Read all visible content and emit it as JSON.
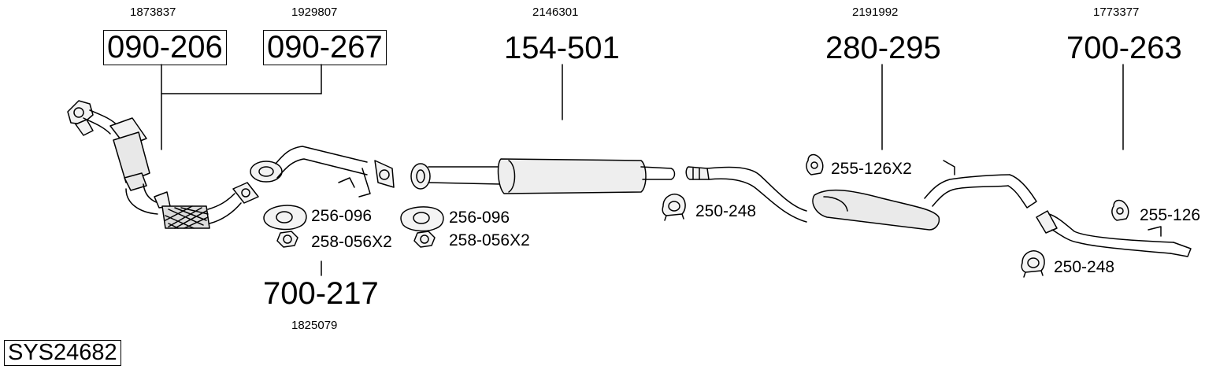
{
  "parts": {
    "p090_206": {
      "number": "090-206",
      "oe": "1873837"
    },
    "p090_267": {
      "number": "090-267",
      "oe": "1929807"
    },
    "p154_501": {
      "number": "154-501",
      "oe": "2146301"
    },
    "p280_295": {
      "number": "280-295",
      "oe": "2191992"
    },
    "p700_263": {
      "number": "700-263",
      "oe": "1773377"
    },
    "p700_217": {
      "number": "700-217",
      "oe": "1825079"
    }
  },
  "accessories": {
    "gasket_1": "256-096",
    "nut_1": "258-056X2",
    "gasket_2": "256-096",
    "nut_2": "258-056X2",
    "clamp_1": "250-248",
    "hanger_1": "255-126X2",
    "hanger_2": "255-126",
    "clamp_2": "250-248"
  },
  "system_id": "SYS24682"
}
